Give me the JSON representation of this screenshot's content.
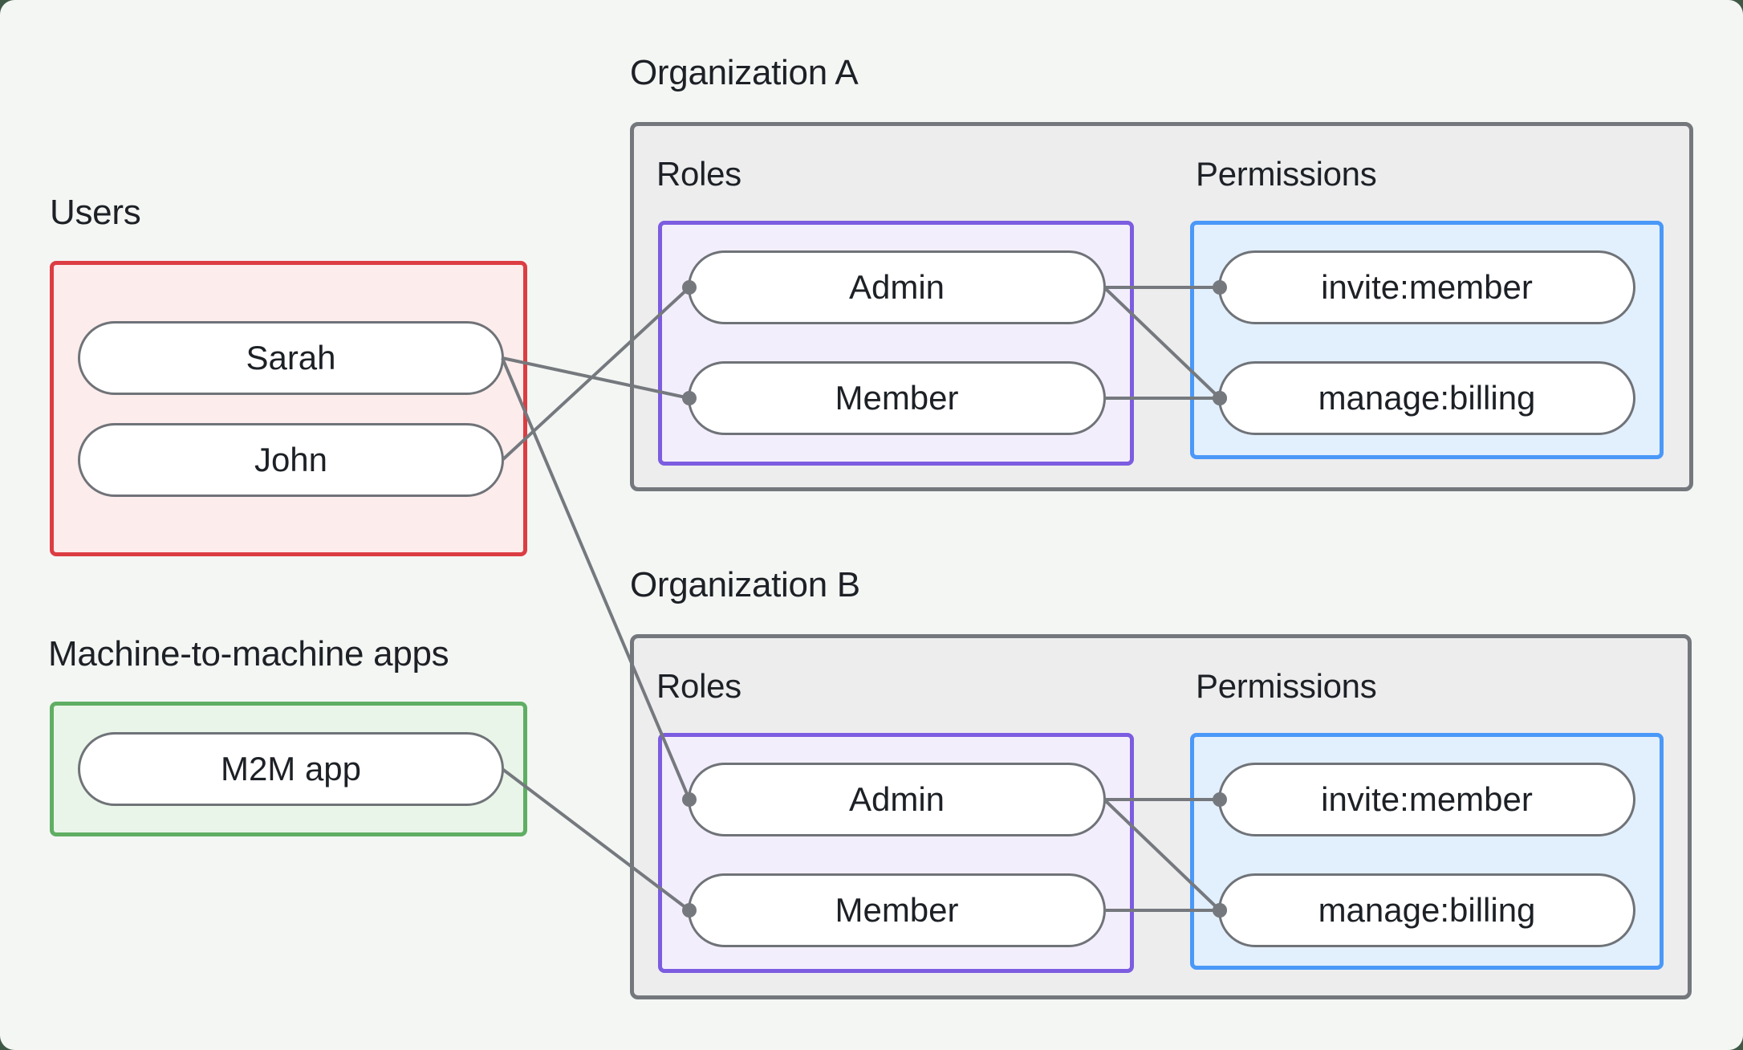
{
  "colors": {
    "page_background": "#3e5a47",
    "canvas_background": "#f4f6f4",
    "users_border": "#dc3d43",
    "users_fill": "#fdecec",
    "m2m_border": "#5fae63",
    "m2m_fill": "#eaf5e9",
    "org_border": "#74787d",
    "org_fill": "#ededee",
    "roles_border": "#7c5ce0",
    "roles_fill": "#f3eefc",
    "permissions_border": "#4a98f8",
    "permissions_fill": "#e2effc",
    "pill_border": "#6f7378",
    "wire": "#75797e",
    "text": "#1d2126"
  },
  "users_section": {
    "title": "Users",
    "items": [
      {
        "id": "sarah",
        "label": "Sarah"
      },
      {
        "id": "john",
        "label": "John"
      }
    ]
  },
  "m2m_section": {
    "title": "Machine-to-machine apps",
    "items": [
      {
        "id": "m2m",
        "label": "M2M app"
      }
    ]
  },
  "org_a": {
    "title": "Organization A",
    "roles_label": "Roles",
    "permissions_label": "Permissions",
    "roles": [
      {
        "id": "orgA-admin",
        "label": "Admin"
      },
      {
        "id": "orgA-member",
        "label": "Member"
      }
    ],
    "permissions": [
      {
        "id": "orgA-invite",
        "label": "invite:member"
      },
      {
        "id": "orgA-manage",
        "label": "manage:billing"
      }
    ]
  },
  "org_b": {
    "title": "Organization B",
    "roles_label": "Roles",
    "permissions_label": "Permissions",
    "roles": [
      {
        "id": "orgB-admin",
        "label": "Admin"
      },
      {
        "id": "orgB-member",
        "label": "Member"
      }
    ],
    "permissions": [
      {
        "id": "orgB-invite",
        "label": "invite:member"
      },
      {
        "id": "orgB-manage",
        "label": "manage:billing"
      }
    ]
  },
  "connections": [
    {
      "from": "john",
      "to": "orgA-admin"
    },
    {
      "from": "sarah",
      "to": "orgA-member"
    },
    {
      "from": "sarah",
      "to": "orgB-admin"
    },
    {
      "from": "m2m",
      "to": "orgB-member"
    },
    {
      "from": "orgA-admin",
      "to": "orgA-invite"
    },
    {
      "from": "orgA-admin",
      "to": "orgA-manage"
    },
    {
      "from": "orgA-member",
      "to": "orgA-manage"
    },
    {
      "from": "orgB-admin",
      "to": "orgB-invite"
    },
    {
      "from": "orgB-admin",
      "to": "orgB-manage"
    },
    {
      "from": "orgB-member",
      "to": "orgB-manage"
    }
  ]
}
